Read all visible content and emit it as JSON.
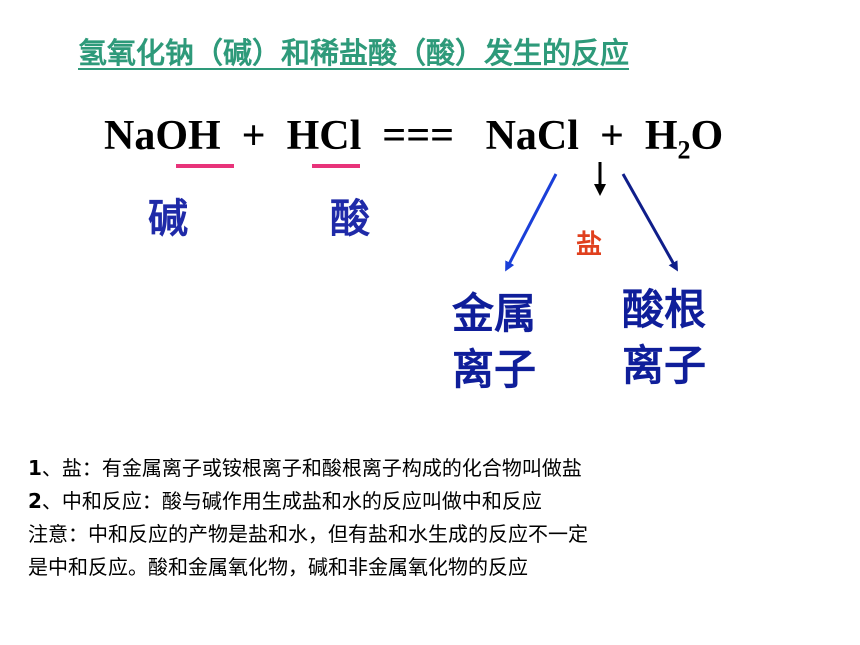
{
  "title": "氢氧化钠（碱）和稀盐酸（酸）发生的反应",
  "equation": {
    "naoh": "NaOH",
    "plus1": "+",
    "hcl": "HCl",
    "equals": "===",
    "nacl": "NaCl",
    "plus2": "+",
    "h": "H",
    "sub2": "2",
    "o": "O"
  },
  "labels": {
    "base": "碱",
    "acid": "酸",
    "salt": "盐",
    "metal_ion_1": "金属",
    "metal_ion_2": "离子",
    "acid_radical_1": "酸根",
    "acid_radical_2": "离子"
  },
  "notes": {
    "line1_num": "1",
    "line1_text": "、盐：有金属离子或铵根离子和酸根离子构成的化合物叫做盐",
    "line2_num": "2",
    "line2_text": "、中和反应：酸与碱作用生成盐和水的反应叫做中和反应",
    "line3": "注意：中和反应的产物是盐和水，但有盐和水生成的反应不一定",
    "line4": "是中和反应。酸和金属氧化物，碱和非金属氧化物的反应"
  },
  "colors": {
    "title": "#2e9a7a",
    "underline": "#e8337a",
    "base_acid": "#1f2aa8",
    "ion": "#0f1e9a",
    "salt": "#e0401e",
    "arrow_left": "#1a3fd8",
    "arrow_right": "#0f1e8a"
  }
}
